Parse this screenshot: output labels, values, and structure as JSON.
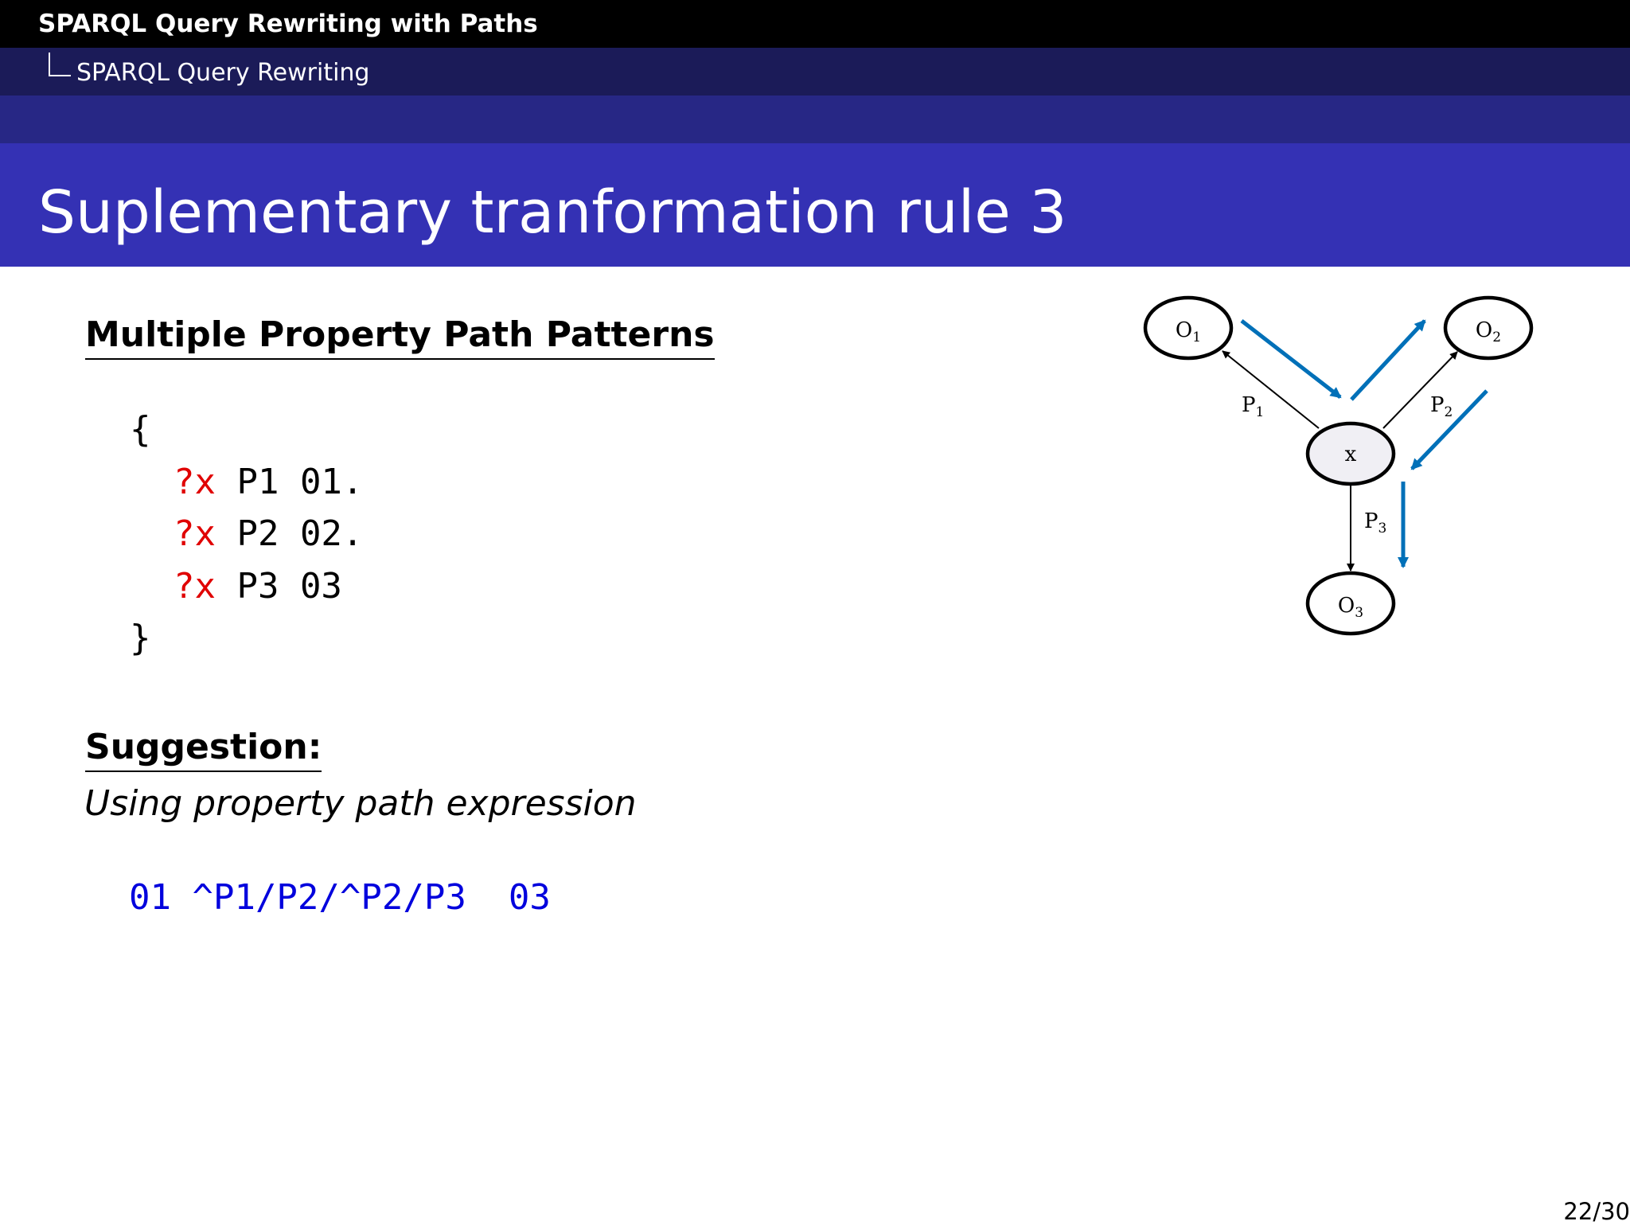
{
  "header": {
    "section_title": "SPARQL Query Rewriting with Paths",
    "subsection_title": "SPARQL Query Rewriting"
  },
  "frame": {
    "title": "Suplementary tranformation rule 3"
  },
  "patterns": {
    "heading": "Multiple Property Path Patterns",
    "open_brace": "{",
    "close_brace": "}",
    "triples": [
      {
        "var": "?x",
        "rest": " P1 01."
      },
      {
        "var": "?x",
        "rest": " P2 02."
      },
      {
        "var": "?x",
        "rest": " P3 03"
      }
    ]
  },
  "suggestion": {
    "heading": "Suggestion:",
    "text": "Using property path expression",
    "expression": "01 ^P1/P2/^P2/P3  03"
  },
  "diagram": {
    "nodes": {
      "o1": {
        "base": "O",
        "sub": "1"
      },
      "o2": {
        "base": "O",
        "sub": "2"
      },
      "o3": {
        "base": "O",
        "sub": "3"
      },
      "x": {
        "base": "x",
        "sub": ""
      }
    },
    "edges": {
      "p1": {
        "base": "P",
        "sub": "1"
      },
      "p2": {
        "base": "P",
        "sub": "2"
      },
      "p3": {
        "base": "P",
        "sub": "3"
      }
    },
    "colors": {
      "arrow_blue": "#0070b8",
      "node_fill_center": "#f0eff4",
      "stroke": "#000000"
    }
  },
  "footer": {
    "page_number": "22/30"
  },
  "colors": {
    "header_black": "#000000",
    "header_mid": "#1b1b58",
    "header_band": "#272785",
    "title_bar": "#3431b4",
    "variable_red": "#e00000",
    "expression_blue": "#0000dd"
  }
}
